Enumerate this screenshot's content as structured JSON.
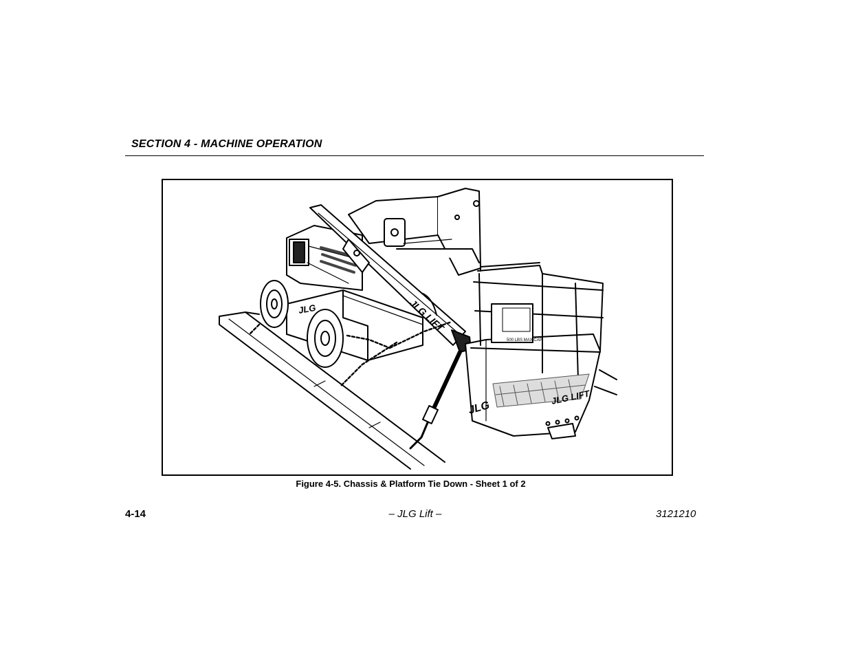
{
  "header": {
    "section_title": "SECTION 4 - MACHINE OPERATION"
  },
  "figure": {
    "caption": "Figure 4-5. Chassis & Platform Tie Down - Sheet 1 of 2",
    "decal_texts": [
      "JLG LIFT",
      "JLG",
      "500 LBS MAX CAP"
    ]
  },
  "footer": {
    "page_number": "4-14",
    "center_text": "– JLG Lift –",
    "doc_number": "3121210"
  }
}
